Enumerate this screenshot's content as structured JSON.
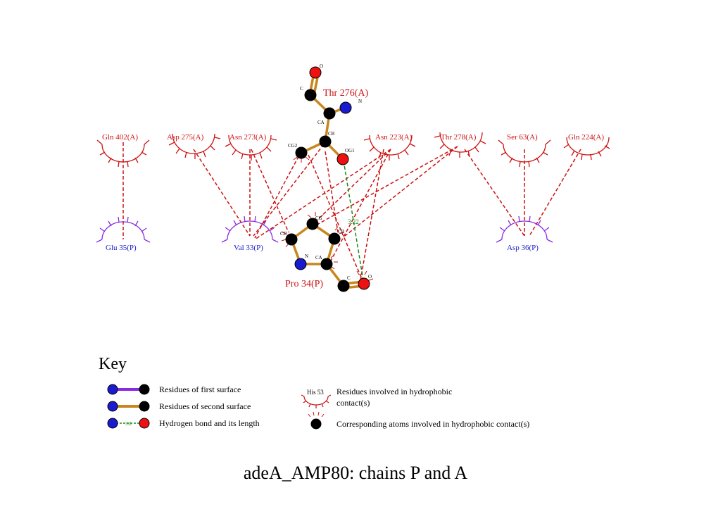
{
  "diagram": {
    "title": "adeA_AMP80: chains P and A",
    "ligand_a": {
      "name": "Thr 276(A)",
      "atoms": [
        "O",
        "C",
        "N",
        "CA",
        "CB",
        "CG2",
        "OG1"
      ]
    },
    "ligand_p": {
      "name": "Pro 34(P)",
      "atoms": [
        "CG",
        "CD",
        "CB",
        "N",
        "CA",
        "C",
        "O"
      ]
    },
    "hbond_distance": "3.22",
    "residues_a": [
      "Gln 402(A)",
      "Asp 275(A)",
      "Asn 273(A)",
      "Asn 223(A)",
      "Thr 278(A)",
      "Ser 63(A)",
      "Gln 224(A)"
    ],
    "residues_p": [
      "Glu 35(P)",
      "Val 33(P)",
      "Asp 36(P)"
    ],
    "colors": {
      "red_residue": "#cc1111",
      "blue_residue": "#1a1acc",
      "bond": "#c8861e",
      "purple": "#8a2be2",
      "hbond": "#1a8a1a",
      "hydrophobic": "#cc1111"
    }
  },
  "key": {
    "title": "Key",
    "first_surface": "Residues of first surface",
    "second_surface": "Residues of second surface",
    "hbond": "Hydrogen bond and its length",
    "hbond_sample": "3.0",
    "hydrophobic_residue_sample": "His 53",
    "hydrophobic_line1": "Residues involved in hydrophobic",
    "hydrophobic_line2": "contact(s)",
    "hydrophobic_atoms": "Corresponding atoms involved in hydrophobic contact(s)"
  }
}
